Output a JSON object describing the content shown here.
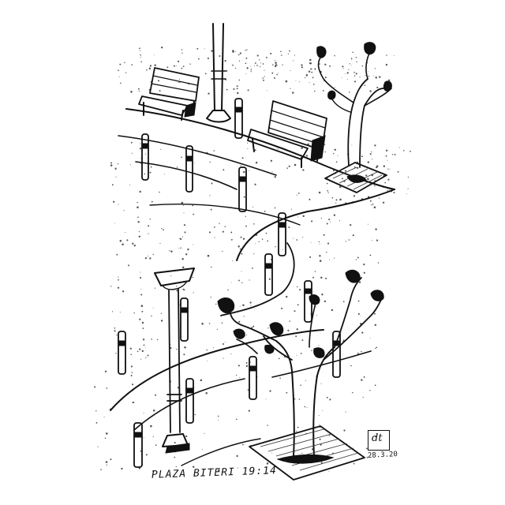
{
  "caption": "PLAZA BITERI 19:14",
  "signature": {
    "mark": "dt",
    "date": "28.3.20"
  }
}
